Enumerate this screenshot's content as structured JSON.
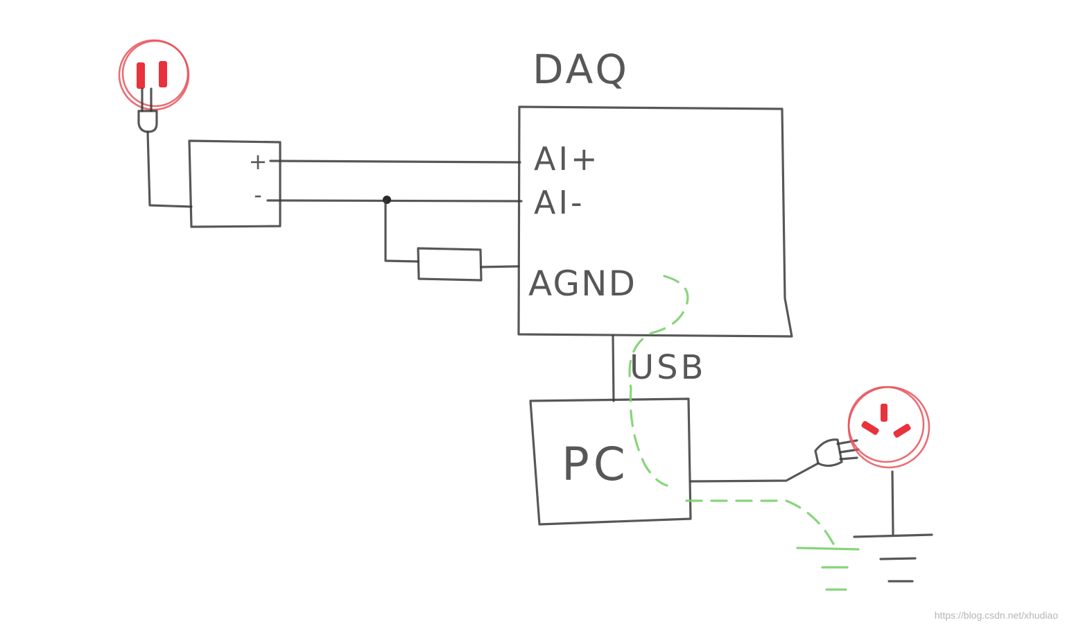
{
  "labels": {
    "daq": "DAQ",
    "ai_plus": "AI+",
    "ai_minus": "AI-",
    "agnd": "AGND",
    "usb": "USB",
    "pc": "PC",
    "sensor_plus": "+",
    "sensor_minus": "-"
  },
  "watermark": "https://blog.csdn.net/xhudiao",
  "colors": {
    "pencil": "#3a3a3a",
    "outlet_red": "#e8323c",
    "ground_loop_green": "#7ad06a"
  },
  "icons": [
    "two-prong-outlet-icon",
    "three-prong-outlet-icon",
    "plug-icon",
    "ground-symbol-icon",
    "resistor-icon",
    "junction-dot-icon"
  ]
}
